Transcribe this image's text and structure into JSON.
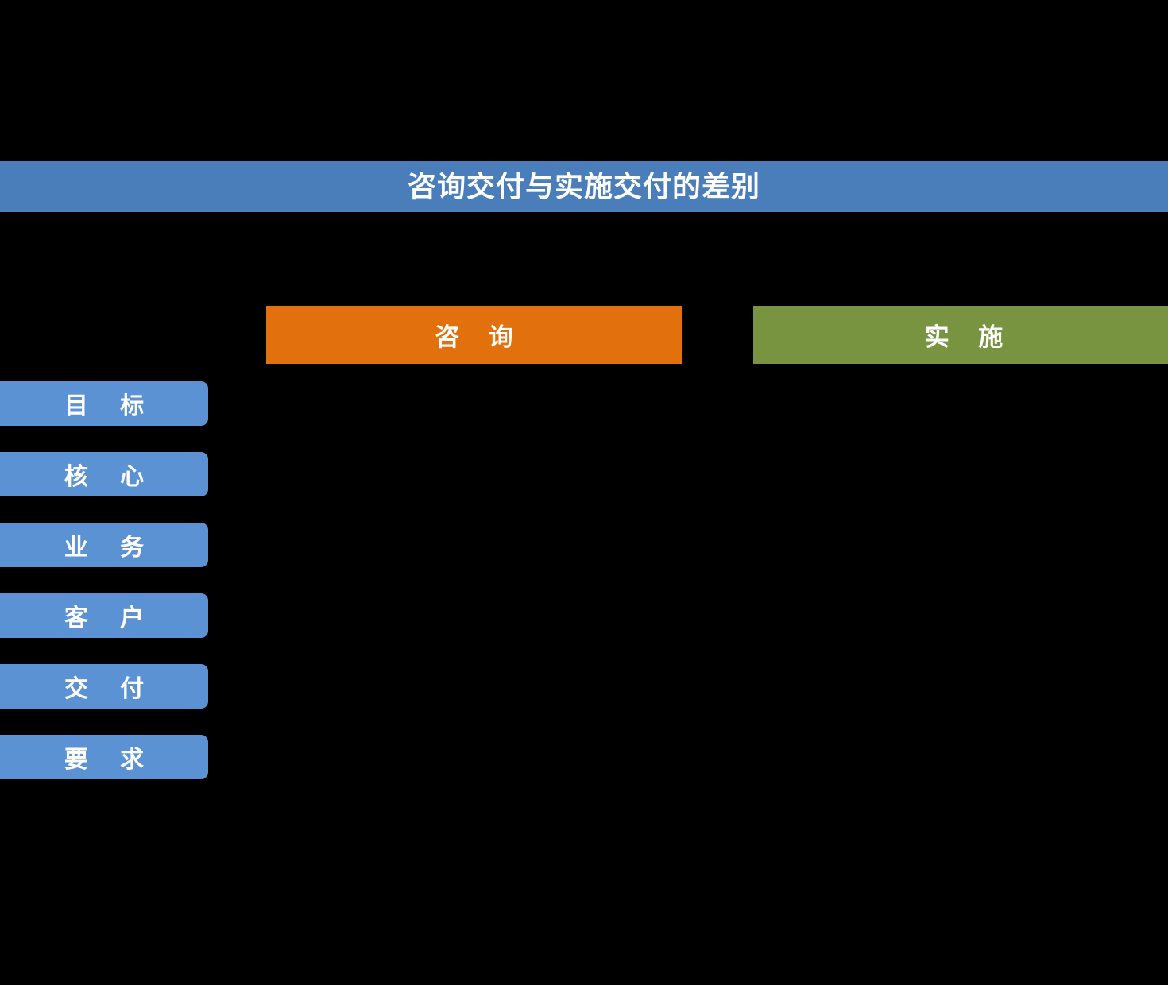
{
  "slide": {
    "background_color": "#000000",
    "title": {
      "text": "咨询交付与实施交付的差别",
      "background_color": "#4a7ebb",
      "text_color": "#ffffff"
    },
    "columns": [
      {
        "id": "consult",
        "label": "咨 询",
        "background_color": "#e2700c",
        "text_color": "#ffffff"
      },
      {
        "id": "implement",
        "label": "实 施",
        "background_color": "#789440",
        "text_color": "#ffffff"
      }
    ],
    "row_labels": {
      "background_color": "#5b92d4",
      "text_color": "#ffffff",
      "items": [
        {
          "id": "goal",
          "label": "目 标"
        },
        {
          "id": "core",
          "label": "核 心"
        },
        {
          "id": "business",
          "label": "业 务"
        },
        {
          "id": "customer",
          "label": "客 户"
        },
        {
          "id": "delivery",
          "label": "交 付"
        },
        {
          "id": "require",
          "label": "要 求"
        }
      ]
    },
    "cells": {
      "consult": [
        "",
        "",
        "",
        "",
        "",
        ""
      ],
      "implement": [
        "",
        "",
        "",
        "",
        "",
        ""
      ]
    }
  }
}
